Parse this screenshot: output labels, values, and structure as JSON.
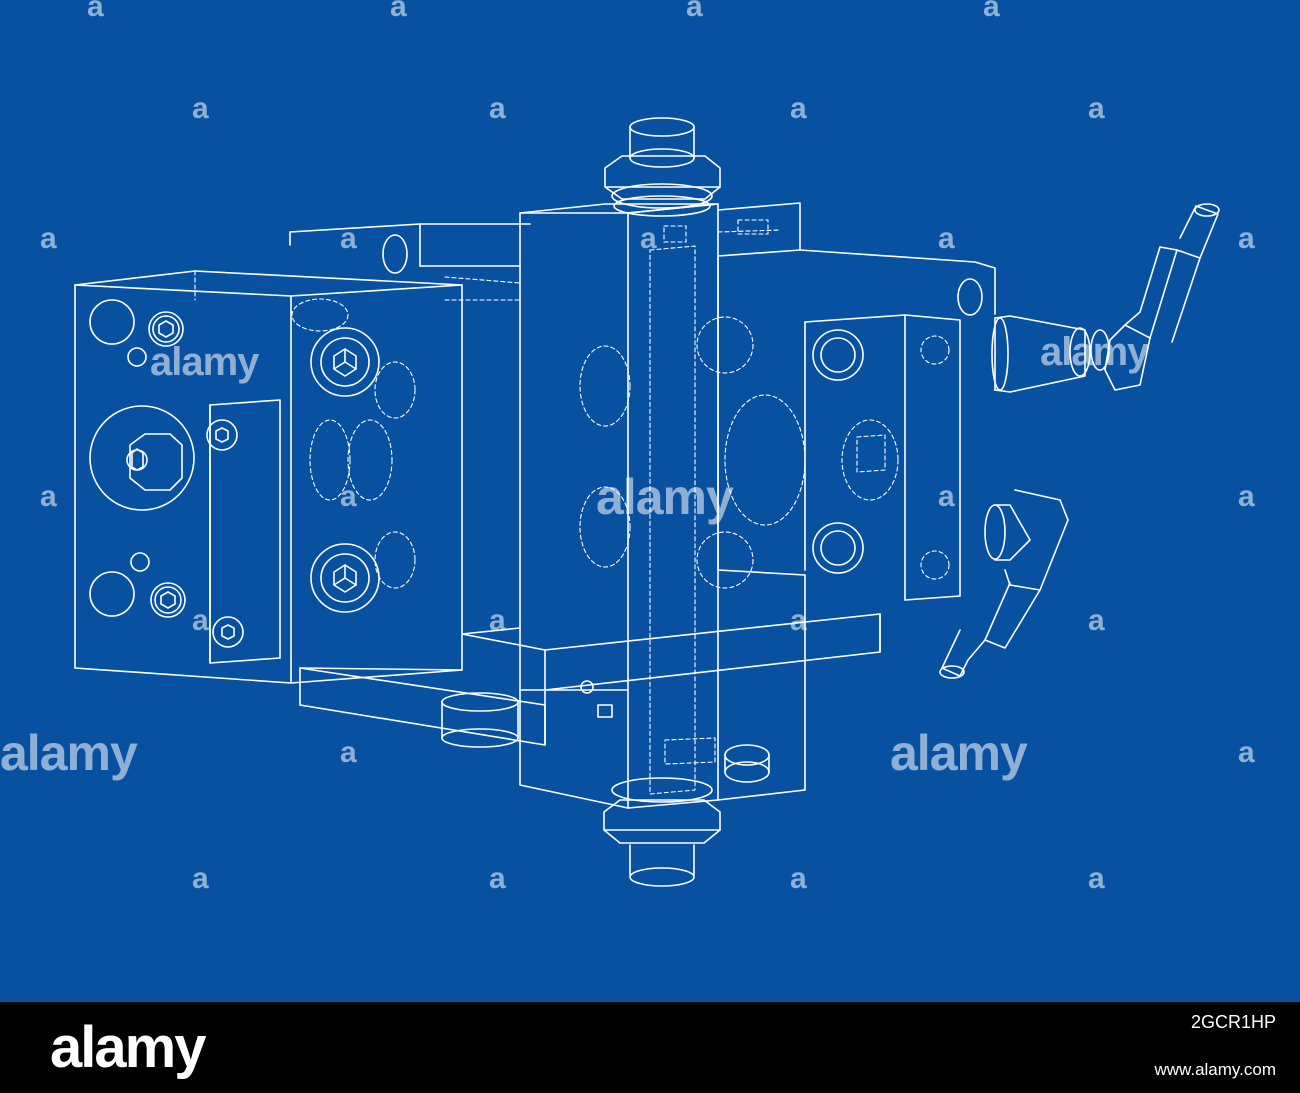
{
  "colors": {
    "background": "#0851a0",
    "line": "#ffffff",
    "footer": "#000000"
  },
  "watermark": {
    "text": "alamy",
    "small_mark": "a"
  },
  "footer": {
    "logo": "alamy",
    "image_id": "2GCR1HP",
    "url": "www.alamy.com"
  }
}
